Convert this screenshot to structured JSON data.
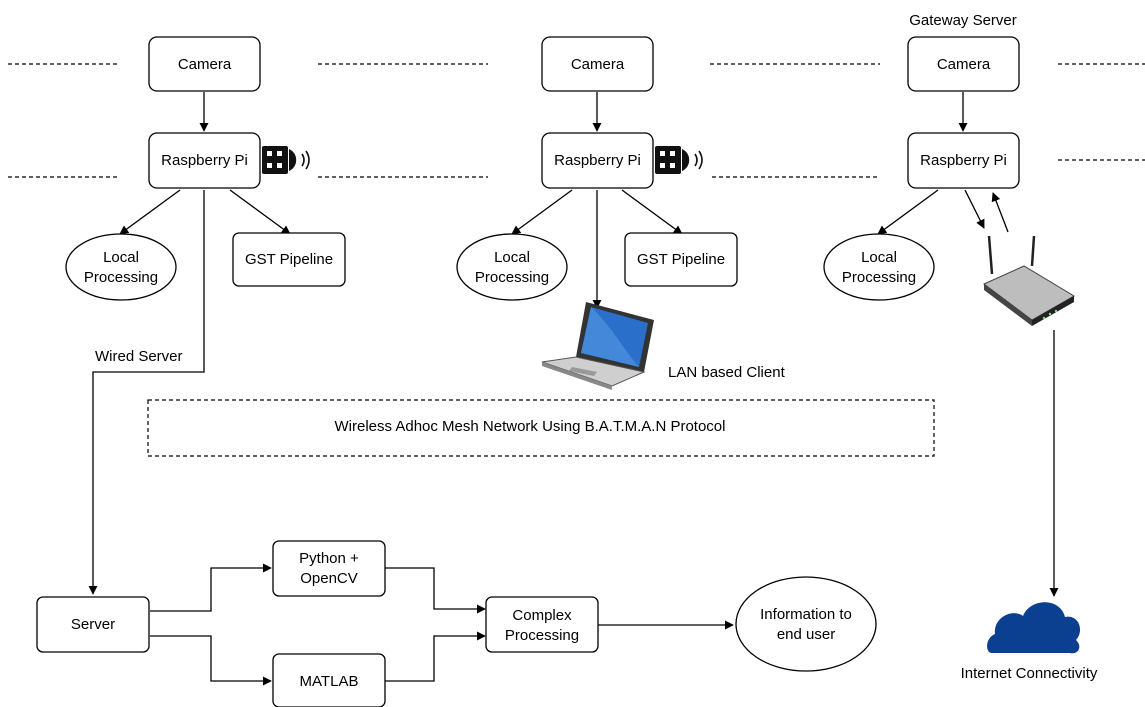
{
  "nodes": {
    "camera1": "Camera",
    "camera2": "Camera",
    "camera3": "Camera",
    "rpi1": "Raspberry Pi",
    "rpi2": "Raspberry Pi",
    "rpi3": "Raspberry Pi",
    "local1": [
      "Local",
      "Processing"
    ],
    "local2": [
      "Local",
      "Processing"
    ],
    "local3": [
      "Local",
      "Processing"
    ],
    "gst1": "GST Pipeline",
    "gst2": "GST Pipeline",
    "server": "Server",
    "python": [
      "Python +",
      "OpenCV"
    ],
    "matlab": "MATLAB",
    "complex": [
      "Complex",
      "Processing"
    ],
    "info": [
      "Information to",
      "end user"
    ]
  },
  "labels": {
    "gateway": "Gateway Server",
    "wired": "Wired Server",
    "lan_client": "LAN based Client",
    "mesh": "Wireless Adhoc Mesh Network Using B.A.T.M.A.N Protocol",
    "internet": "Internet Connectivity"
  },
  "icons": {
    "wifi_dongle": "usb-wifi-dongle-icon",
    "laptop": "laptop-icon",
    "router": "wireless-router-icon",
    "cloud": "cloud-icon"
  },
  "colors": {
    "cloud": "#0b3f8f",
    "laptop_screen": "#2a6fc9"
  }
}
